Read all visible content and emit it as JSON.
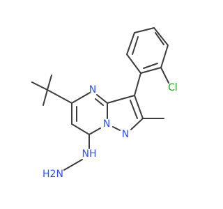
{
  "molecule": {
    "atom_labels": {
      "n_pyrimidine": "N",
      "n_bridge": "N",
      "n_pyrazole": "N",
      "cl": "Cl",
      "hydrazine_nh": "NH",
      "hydrazine_h2n": "H2N"
    },
    "colors": {
      "bond": "#3c3c3c",
      "nitrogen": "#3050f8",
      "chlorine": "#1fa01f"
    }
  }
}
